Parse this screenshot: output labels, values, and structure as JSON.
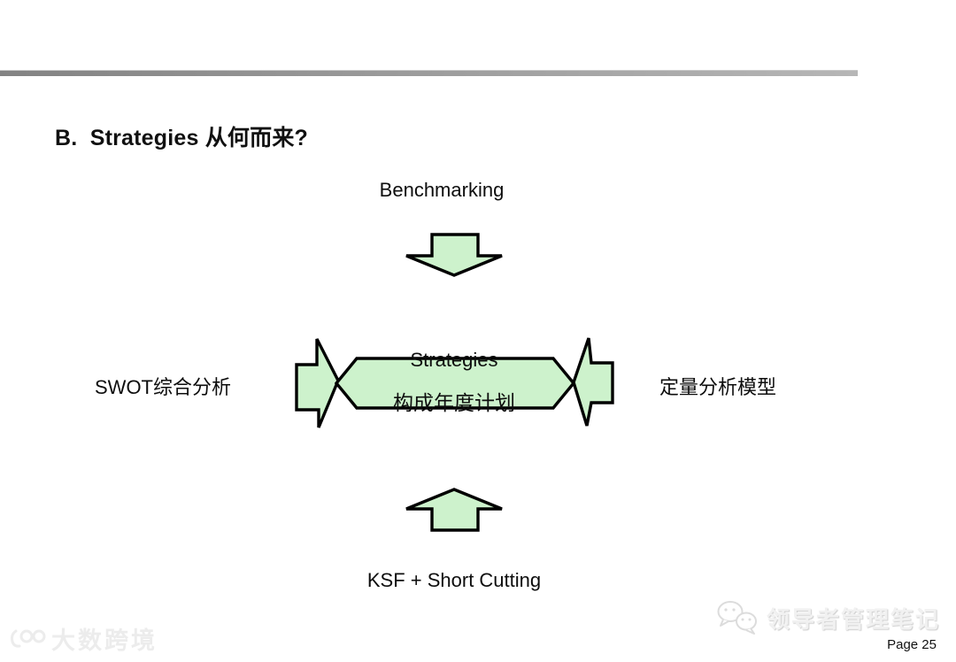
{
  "slide": {
    "title": "B.  Strategies 从何而来?",
    "page_label": "Page 25",
    "divider_color_left": "#838383",
    "divider_color_right": "#b6b6b6"
  },
  "diagram": {
    "top_label": "Benchmarking",
    "left_label": "SWOT综合分析",
    "right_label": "定量分析模型",
    "bottom_label": "KSF + Short Cutting",
    "center": {
      "line1": "Strategies",
      "line2": "构成年度计划"
    },
    "shape_fill": "#cdf2cc",
    "shape_stroke": "#000000"
  },
  "watermarks": {
    "bottom_left_brand": "大数跨境",
    "bottom_right_brand": "领导者管理笔记"
  }
}
